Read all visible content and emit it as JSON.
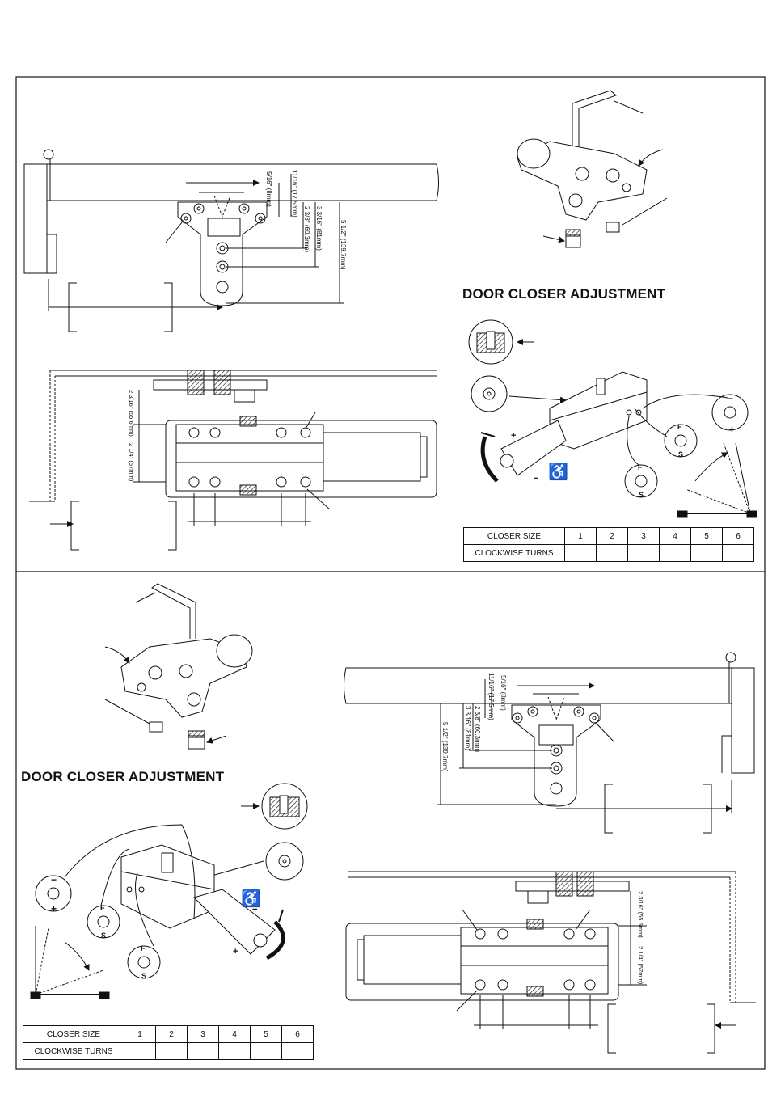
{
  "top_panel": {
    "heading": "DOOR CLOSER ADJUSTMENT",
    "table": {
      "row1_label": "CLOSER SIZE",
      "row2_label": "CLOCKWISE TURNS",
      "sizes": [
        "1",
        "2",
        "3",
        "4",
        "5",
        "6"
      ]
    },
    "dims": {
      "d1": "5/16\" (8mm)",
      "d2": "11/16\" (17.5mm)",
      "d3": "2 3/8\" (60.3mm)",
      "d4": "3 3/16\" (81mm)",
      "d5": "5 1/2\" (139.7mm)",
      "d6": "2 3/16\" (55.6mm)",
      "d7": "2 1/4\" (57mm)"
    },
    "valve_labels": {
      "plus": "+",
      "minus": "−",
      "f": "F",
      "s": "S"
    }
  },
  "bottom_panel": {
    "heading": "DOOR CLOSER ADJUSTMENT",
    "table": {
      "row1_label": "CLOSER SIZE",
      "row2_label": "CLOCKWISE TURNS",
      "sizes": [
        "1",
        "2",
        "3",
        "4",
        "5",
        "6"
      ]
    },
    "dims": {
      "d1": "5/16\" (8mm)",
      "d2": "11/16\" (17.5mm)",
      "d3": "2 3/8\" (60.3mm)",
      "d4": "3 3/16\" (81mm)",
      "d5": "5 1/2\" (139.7mm)",
      "d6": "2 3/16\" (55.6mm)",
      "d7": "2 1/4\" (57mm)"
    },
    "valve_labels": {
      "plus": "+",
      "minus": "−",
      "f": "F",
      "s": "S"
    }
  }
}
